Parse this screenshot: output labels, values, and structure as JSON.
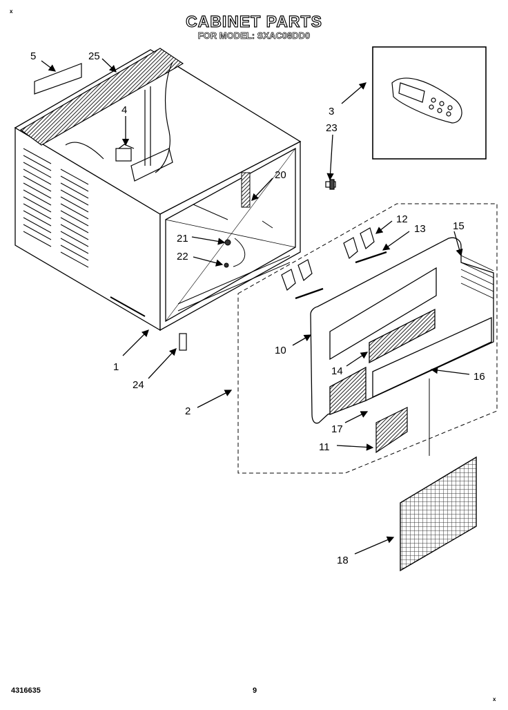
{
  "header": {
    "title": "CABINET PARTS",
    "subtitle": "FOR MODEL: SXAC08DD0"
  },
  "corner_marks": [
    "x",
    "x"
  ],
  "callouts": [
    "1",
    "2",
    "3",
    "4",
    "5",
    "10",
    "11",
    "12",
    "13",
    "14",
    "15",
    "16",
    "17",
    "18",
    "20",
    "21",
    "22",
    "23",
    "24",
    "25"
  ],
  "footer": {
    "part_number": "4316635",
    "page_number": "9"
  },
  "colors": {
    "ink": "#000000",
    "paper": "#ffffff",
    "hatch": "#444444"
  }
}
